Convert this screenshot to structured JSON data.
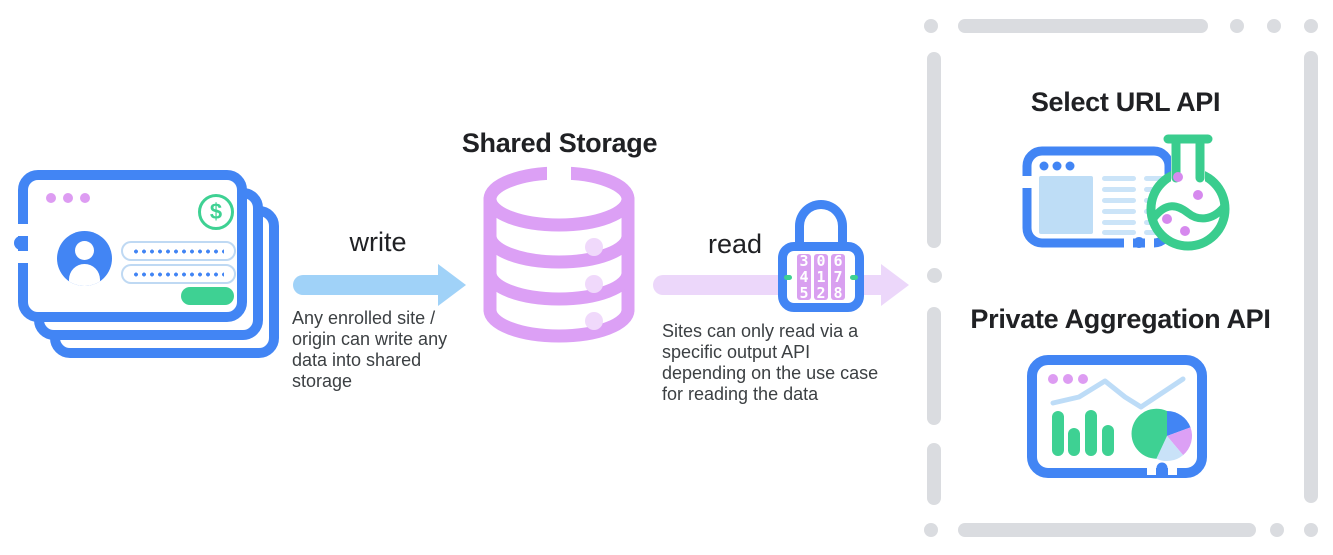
{
  "write": {
    "label": "write",
    "caption": "Any enrolled site / origin can write any data into shared storage"
  },
  "read": {
    "label": "read",
    "caption": "Sites can only read via a specific output API depending on the use case for reading the data"
  },
  "storage": {
    "title": "Shared Storage"
  },
  "apis": {
    "select_url": {
      "title": "Select URL API"
    },
    "private_aggregation": {
      "title": "Private Aggregation API"
    }
  },
  "icons": {
    "dollar_glyph": "$"
  },
  "lock": {
    "dials": [
      {
        "above": "3",
        "value": "4",
        "below": "5"
      },
      {
        "above": "0",
        "value": "1",
        "below": "2"
      },
      {
        "above": "6",
        "value": "7",
        "below": "8"
      }
    ]
  },
  "colors": {
    "primary_blue": "#4285F4",
    "write_arrow_blue": "#A0D2F8",
    "read_arrow_lavender": "#ECD7FA",
    "storage_purple": "#DCA0F5",
    "mint_green": "#3ED193",
    "boundary_gray": "#DADCE0",
    "heading_text": "#202124",
    "body_text": "#3C4043"
  }
}
